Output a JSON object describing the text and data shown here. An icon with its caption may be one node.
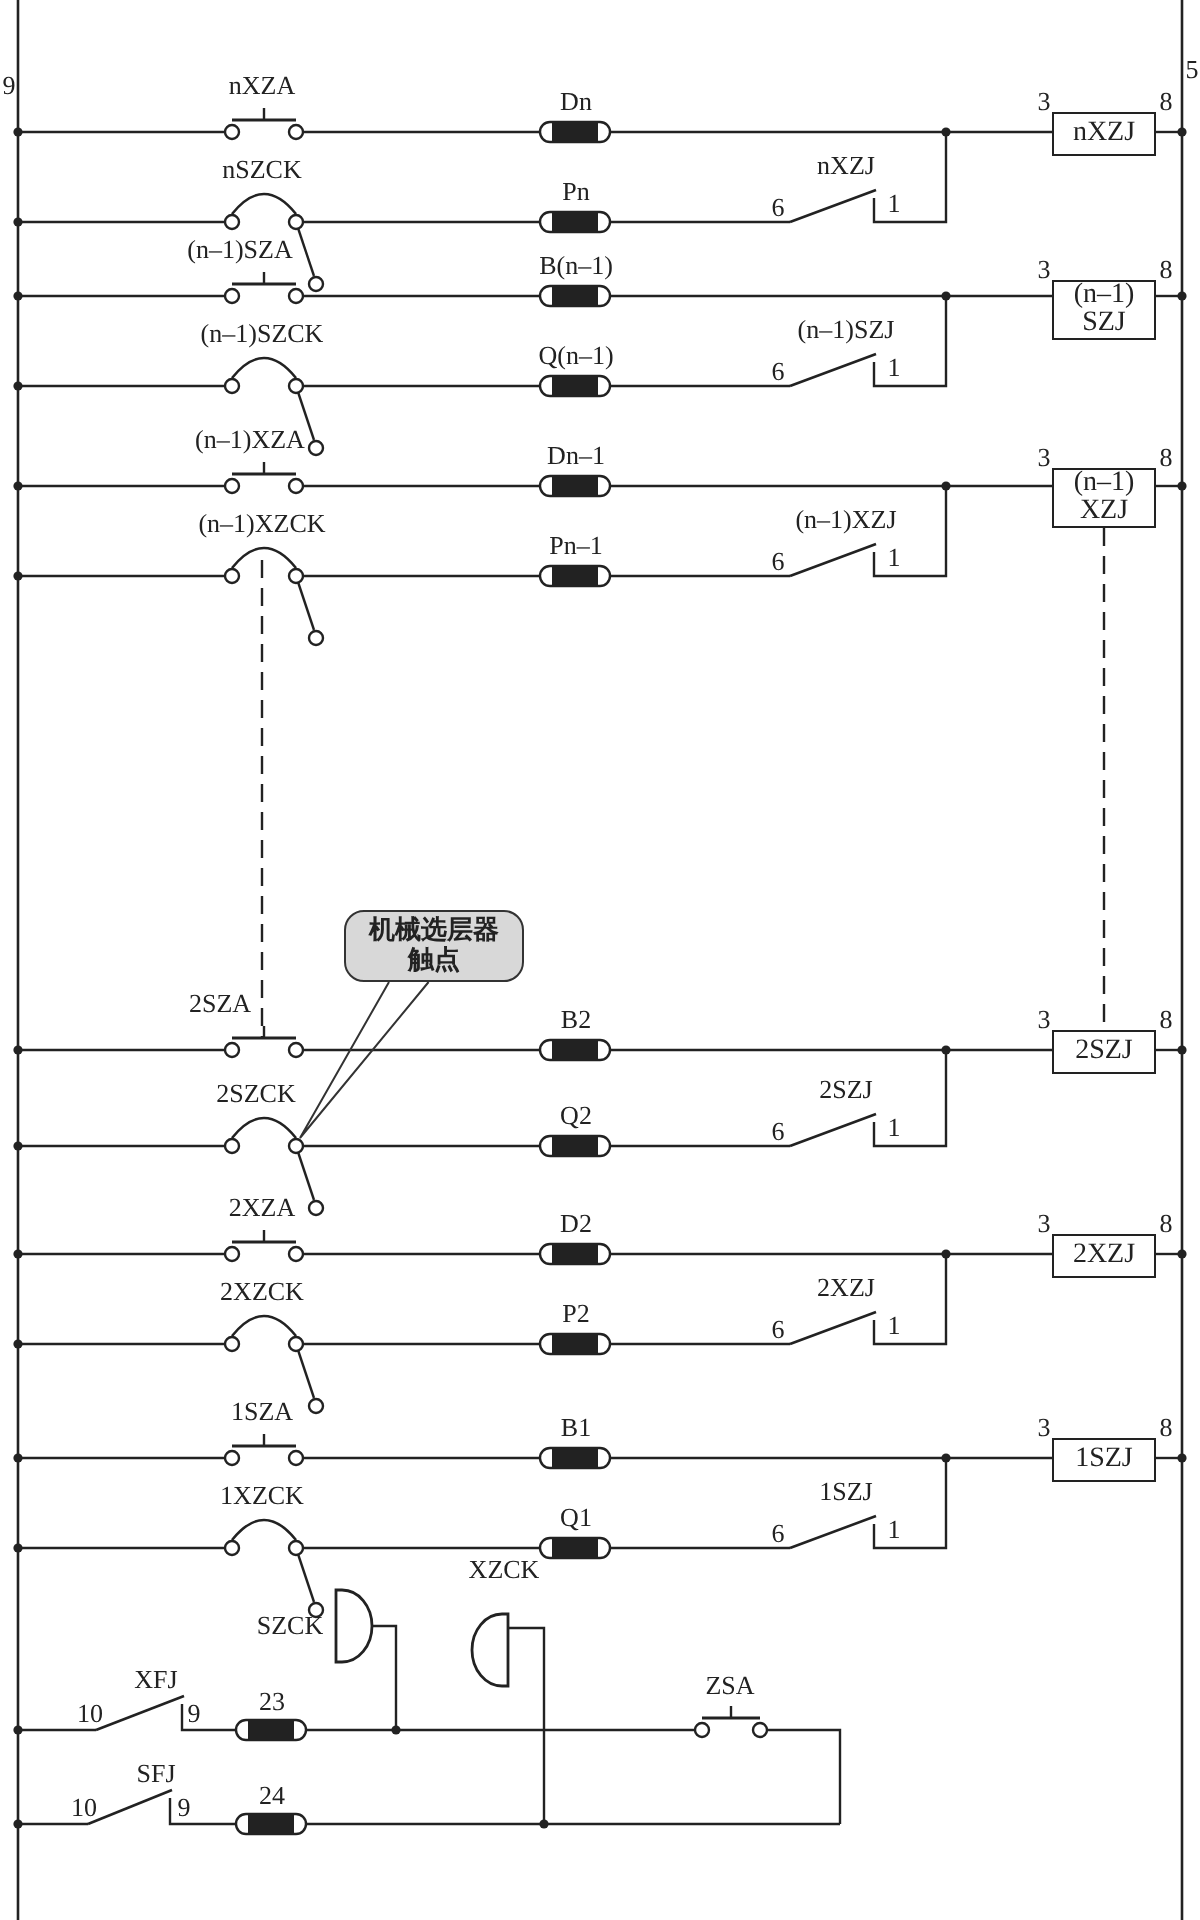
{
  "diagram": {
    "nodes": [
      {
        "text": [
          "nXZJ"
        ],
        "beside": [
          "3",
          "8"
        ]
      },
      {
        "text": [
          "(n–1) SZJ"
        ],
        "beside": [
          "3",
          "8"
        ]
      },
      {
        "text": [
          "(n–1) XZJ"
        ],
        "beside": [
          "3",
          "8"
        ]
      },
      {
        "text": [
          "2SZJ"
        ],
        "beside": [
          "3",
          "8"
        ]
      },
      {
        "text": [
          "2XZJ"
        ],
        "beside": [
          "3",
          "8"
        ]
      },
      {
        "text": [
          "1SZJ"
        ],
        "beside": [
          "3",
          "8"
        ]
      },
      {
        "text": [
          "机械选层器触点"
        ]
      }
    ],
    "edges": [
      {
        "from": 2,
        "to": 3,
        "arrow": "none",
        "style": "dashed"
      },
      {
        "from": 6,
        "to": null,
        "arrow": "none"
      }
    ],
    "labels": [
      "9",
      "5",
      "nXZA",
      "Dn",
      "nSZCK",
      "Pn",
      "nXZJ",
      "6",
      "1",
      "(n–1)SZA",
      "B(n–1)",
      "(n–1)SZCK",
      "Q(n–1)",
      "(n–1)SZJ",
      "6",
      "1",
      "(n–1)XZA",
      "Dn–1",
      "(n–1)XZCK",
      "Pn–1",
      "(n–1)XZJ",
      "6",
      "1",
      "2SZA",
      "B2",
      "2SZCK",
      "Q2",
      "2SZJ",
      "6",
      "1",
      "2XZA",
      "D2",
      "2XZCK",
      "P2",
      "2XZJ",
      "6",
      "1",
      "1SZA",
      "B1",
      "1XZCK",
      "Q1",
      "1SZJ",
      "6",
      "1",
      "XZCK",
      "SZCK",
      "XFJ",
      "ZSA",
      "10",
      "9",
      "23",
      "SFJ",
      "10",
      "9",
      "24"
    ]
  }
}
